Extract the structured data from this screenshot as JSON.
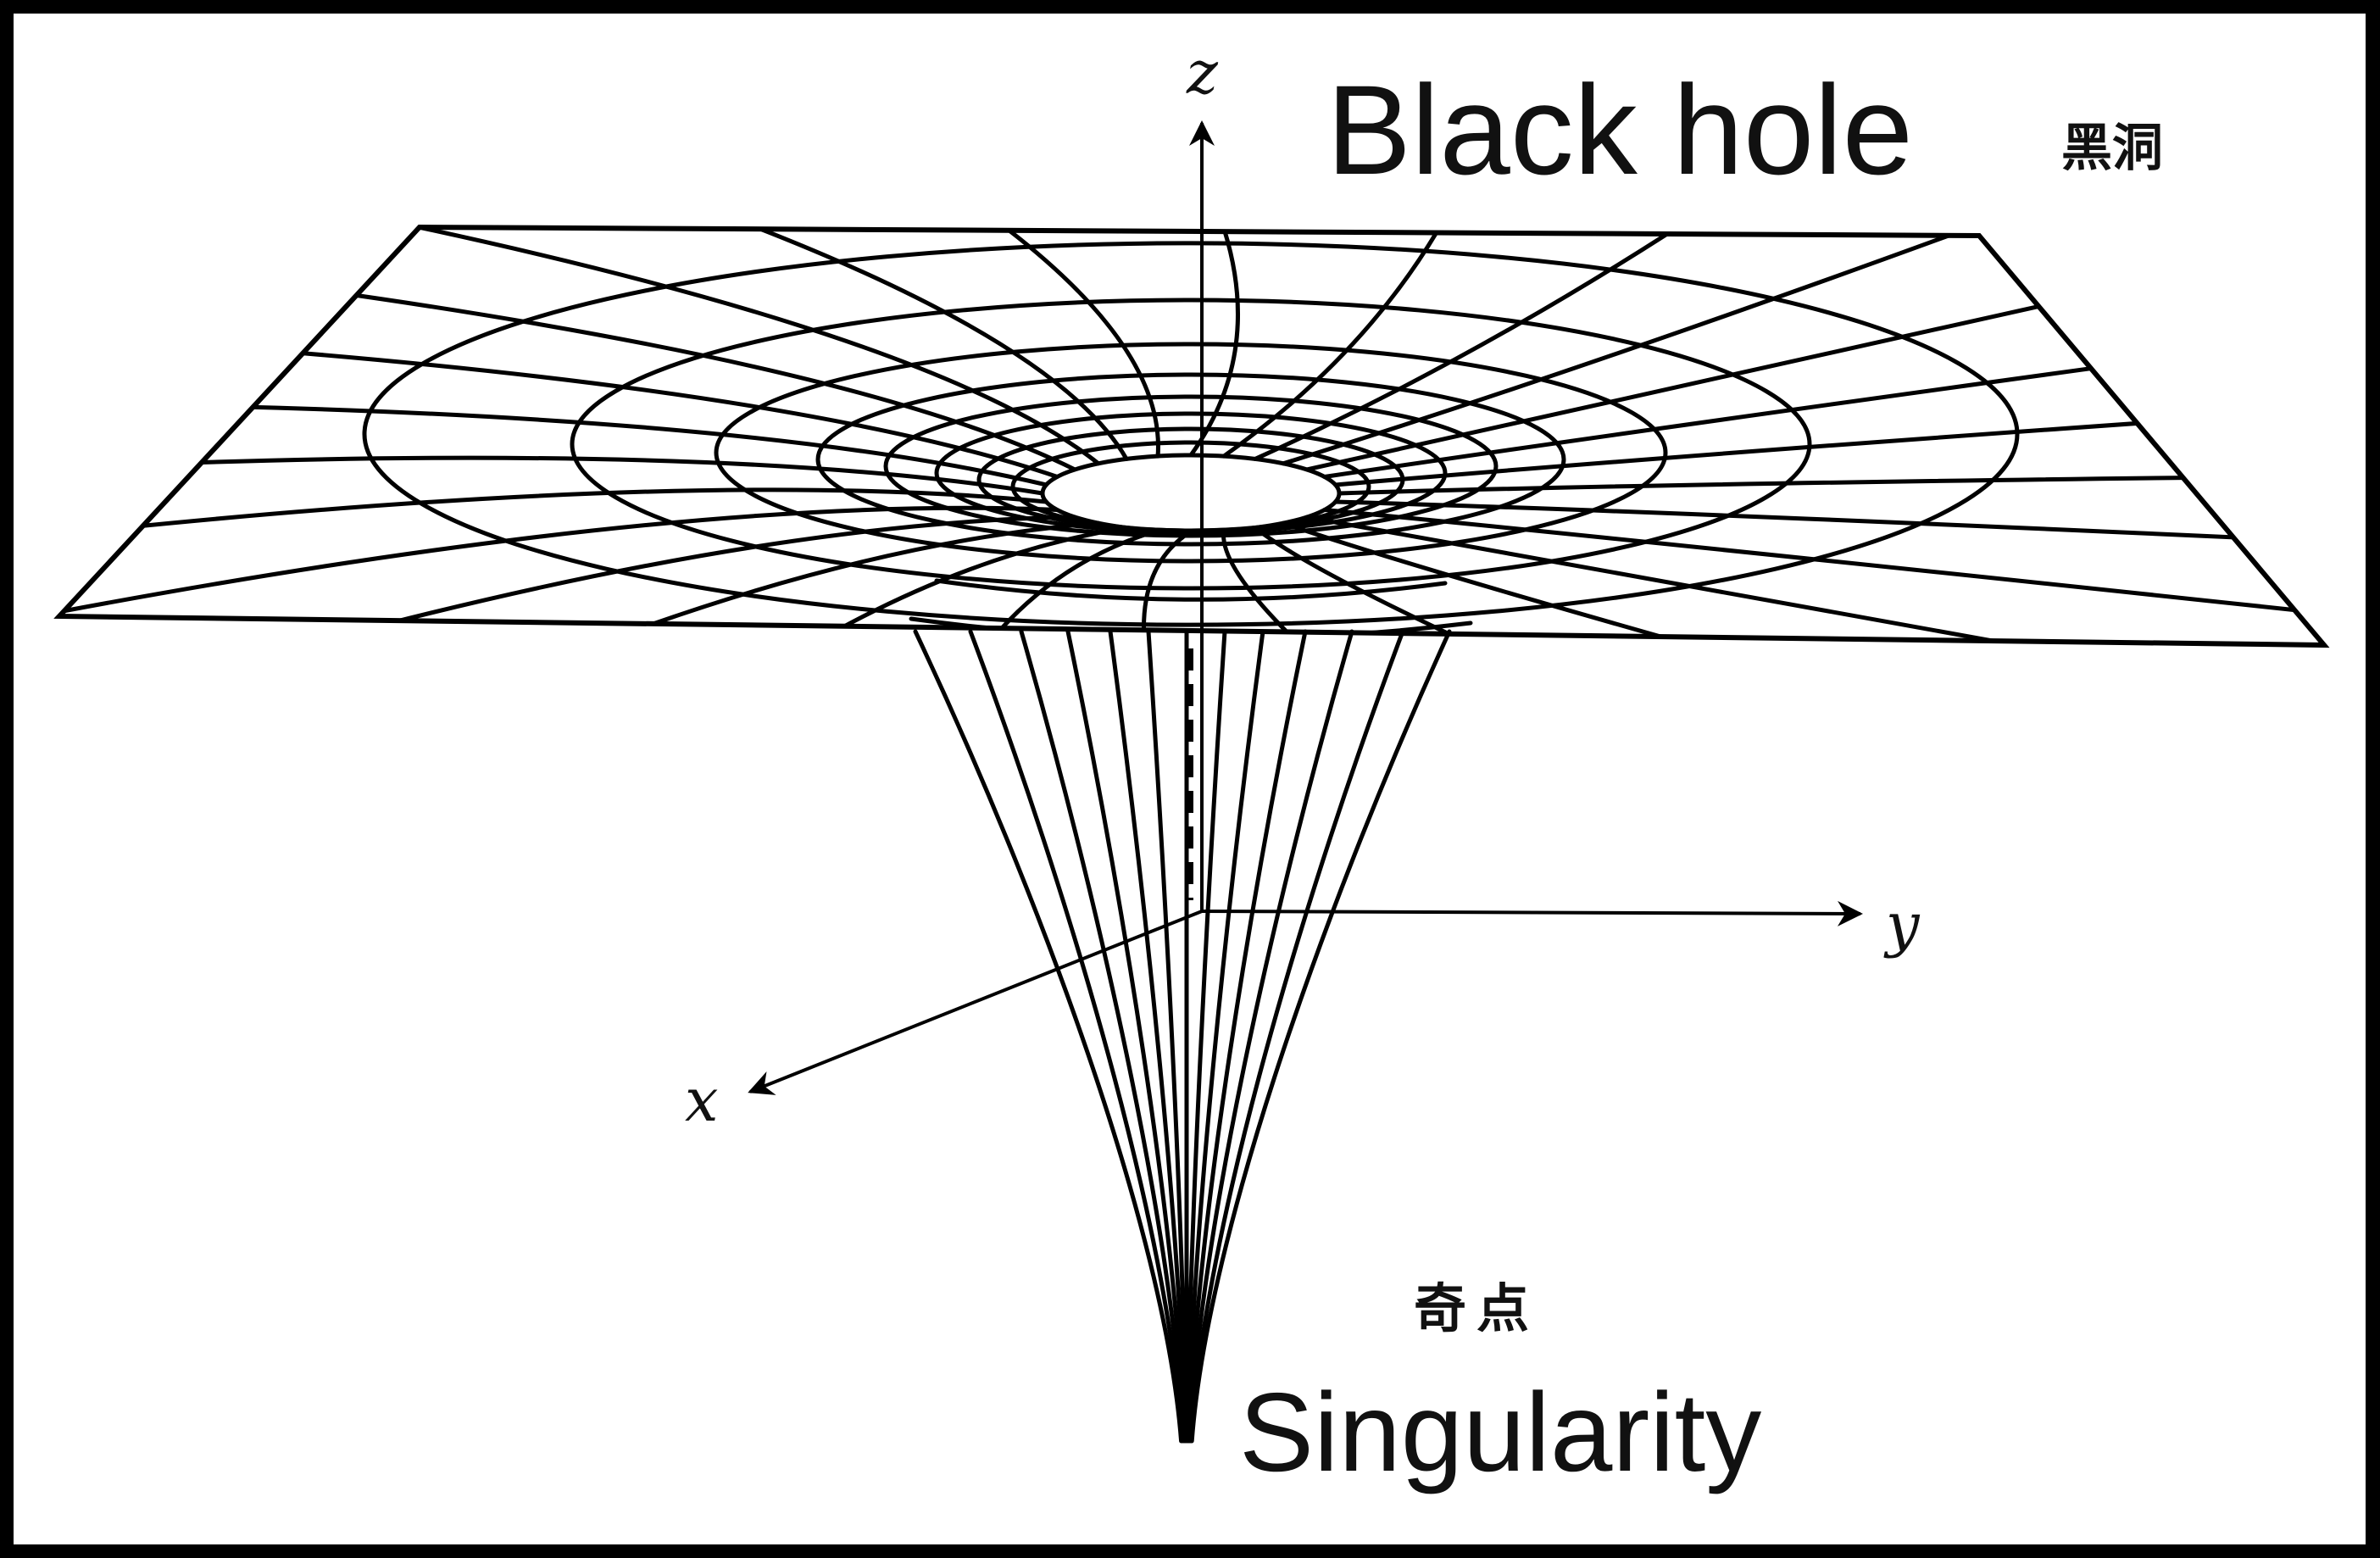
{
  "diagram": {
    "title": "Black hole",
    "title_zh": "黑洞",
    "singularity_label": "Singularity",
    "singularity_label_zh": "奇点",
    "axes": {
      "x": "x",
      "y": "y",
      "z": "z"
    }
  },
  "colors": {
    "line": "#000000",
    "background": "#ffffff",
    "frame": "#000000"
  }
}
